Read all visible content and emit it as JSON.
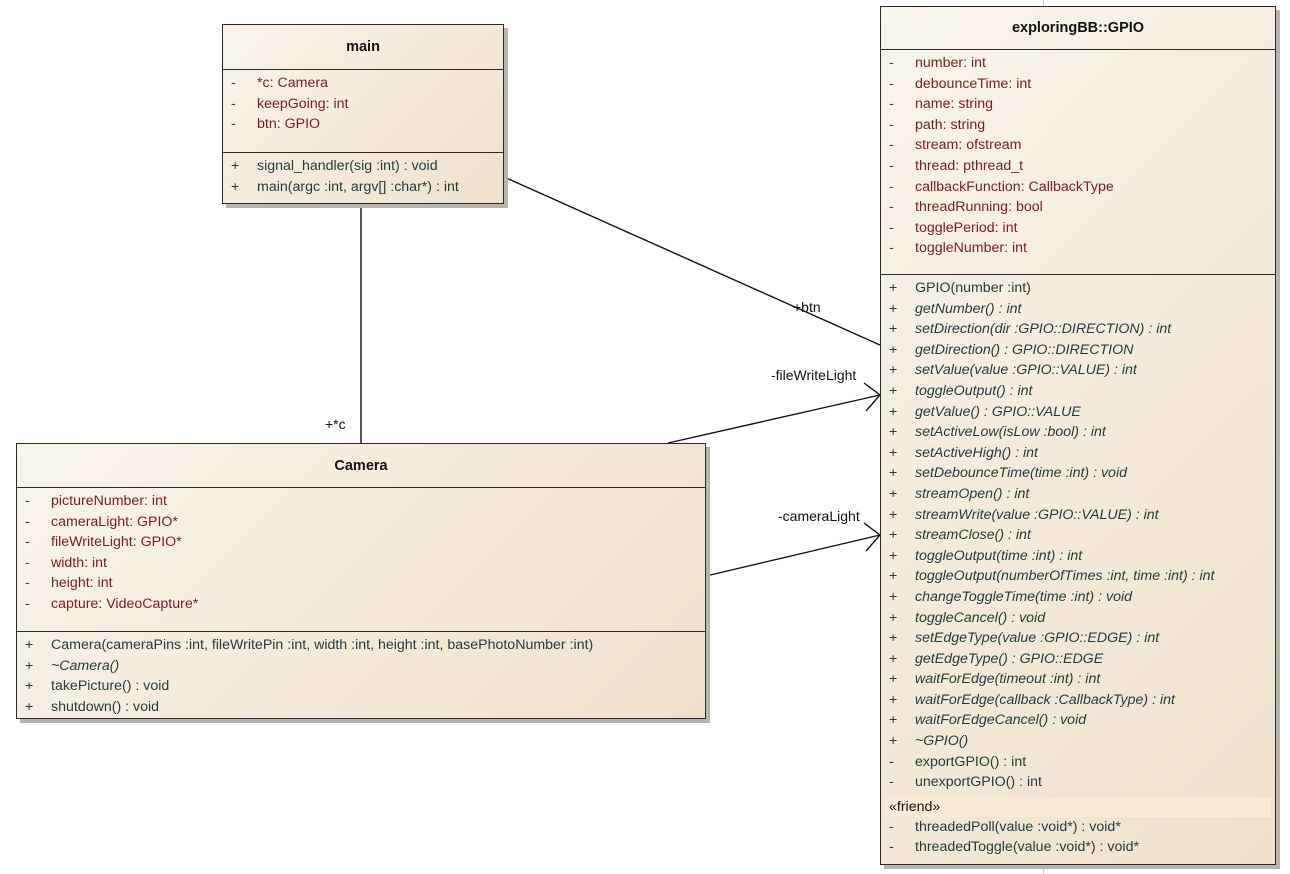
{
  "classes": {
    "main": {
      "title": "main",
      "attributes": [
        {
          "vis": "-",
          "text": "*c:  Camera"
        },
        {
          "vis": "-",
          "text": "keepGoing:  int"
        },
        {
          "vis": "-",
          "text": "btn:  GPIO"
        }
      ],
      "operations": [
        {
          "vis": "+",
          "text": "signal_handler(sig :int) : void"
        },
        {
          "vis": "+",
          "text": "main(argc :int, argv[] :char*) : int"
        }
      ]
    },
    "camera": {
      "title": "Camera",
      "attributes": [
        {
          "vis": "-",
          "text": "pictureNumber:  int"
        },
        {
          "vis": "-",
          "text": "cameraLight:  GPIO*"
        },
        {
          "vis": "-",
          "text": "fileWriteLight:  GPIO*"
        },
        {
          "vis": "-",
          "text": "width:  int"
        },
        {
          "vis": "-",
          "text": "height:  int"
        },
        {
          "vis": "-",
          "text": "capture:  VideoCapture*"
        }
      ],
      "operations": [
        {
          "vis": "+",
          "text": "Camera(cameraPins :int, fileWritePin :int, width :int, height :int, basePhotoNumber :int)"
        },
        {
          "vis": "+",
          "text": "~Camera()",
          "italic": true
        },
        {
          "vis": "+",
          "text": "takePicture() : void"
        },
        {
          "vis": "+",
          "text": "shutdown() : void"
        }
      ]
    },
    "gpio": {
      "title": "exploringBB::GPIO",
      "attributes": [
        {
          "vis": "-",
          "text": "number:  int"
        },
        {
          "vis": "-",
          "text": "debounceTime:  int"
        },
        {
          "vis": "-",
          "text": "name:  string"
        },
        {
          "vis": "-",
          "text": "path:  string"
        },
        {
          "vis": "-",
          "text": "stream:  ofstream"
        },
        {
          "vis": "-",
          "text": "thread:  pthread_t"
        },
        {
          "vis": "-",
          "text": "callbackFunction:  CallbackType"
        },
        {
          "vis": "-",
          "text": "threadRunning:  bool"
        },
        {
          "vis": "-",
          "text": "togglePeriod:  int"
        },
        {
          "vis": "-",
          "text": "toggleNumber:  int"
        }
      ],
      "operations": [
        {
          "vis": "+",
          "text": "GPIO(number :int)"
        },
        {
          "vis": "+",
          "text": "getNumber() : int",
          "italic": true
        },
        {
          "vis": "+",
          "text": "setDirection(dir :GPIO::DIRECTION) : int",
          "italic": true
        },
        {
          "vis": "+",
          "text": "getDirection() : GPIO::DIRECTION",
          "italic": true
        },
        {
          "vis": "+",
          "text": "setValue(value :GPIO::VALUE) : int",
          "italic": true
        },
        {
          "vis": "+",
          "text": "toggleOutput() : int",
          "italic": true
        },
        {
          "vis": "+",
          "text": "getValue() : GPIO::VALUE",
          "italic": true
        },
        {
          "vis": "+",
          "text": "setActiveLow(isLow :bool) : int",
          "italic": true
        },
        {
          "vis": "+",
          "text": "setActiveHigh() : int",
          "italic": true
        },
        {
          "vis": "+",
          "text": "setDebounceTime(time :int) : void",
          "italic": true
        },
        {
          "vis": "+",
          "text": "streamOpen() : int",
          "italic": true
        },
        {
          "vis": "+",
          "text": "streamWrite(value :GPIO::VALUE) : int",
          "italic": true
        },
        {
          "vis": "+",
          "text": "streamClose() : int",
          "italic": true
        },
        {
          "vis": "+",
          "text": "toggleOutput(time :int) : int",
          "italic": true
        },
        {
          "vis": "+",
          "text": "toggleOutput(numberOfTimes :int, time :int) : int",
          "italic": true
        },
        {
          "vis": "+",
          "text": "changeToggleTime(time :int) : void",
          "italic": true
        },
        {
          "vis": "+",
          "text": "toggleCancel() : void",
          "italic": true
        },
        {
          "vis": "+",
          "text": "setEdgeType(value :GPIO::EDGE) : int",
          "italic": true
        },
        {
          "vis": "+",
          "text": "getEdgeType() : GPIO::EDGE",
          "italic": true
        },
        {
          "vis": "+",
          "text": "waitForEdge(timeout :int) : int",
          "italic": true
        },
        {
          "vis": "+",
          "text": "waitForEdge(callback :CallbackType) : int",
          "italic": true
        },
        {
          "vis": "+",
          "text": "waitForEdgeCancel() : void",
          "italic": true
        },
        {
          "vis": "+",
          "text": "~GPIO()",
          "italic": true
        },
        {
          "vis": "-",
          "text": "exportGPIO() : int"
        },
        {
          "vis": "-",
          "text": "unexportGPIO() : int"
        }
      ],
      "stereotype": "«friend»",
      "friend_operations": [
        {
          "vis": "-",
          "text": "threadedPoll(value :void*) : void*"
        },
        {
          "vis": "-",
          "text": "threadedToggle(value :void*) : void*"
        }
      ]
    }
  },
  "connectors": {
    "main_gpio_label": "+btn",
    "main_camera_label": "+*c",
    "camera_filewrite_label": "-fileWriteLight",
    "camera_cameralight_label": "-cameraLight"
  }
}
